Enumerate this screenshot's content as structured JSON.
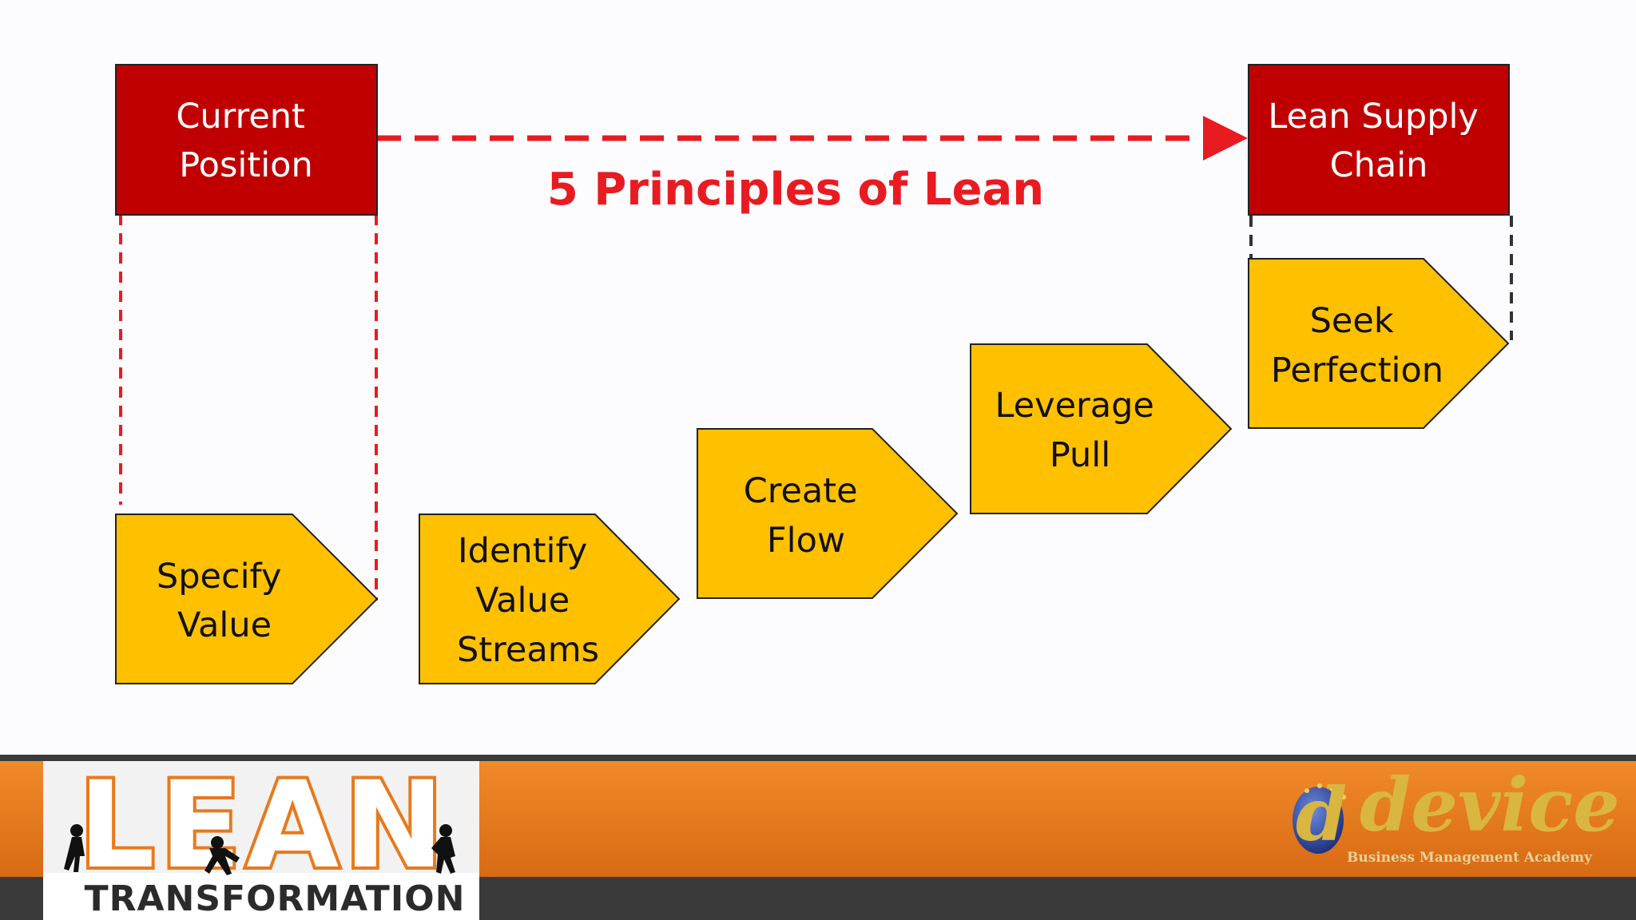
{
  "diagram": {
    "title": "5 Principles of Lean",
    "start_box": {
      "lines": [
        "Current",
        "Position"
      ]
    },
    "end_box": {
      "lines": [
        "Lean Supply",
        "Chain"
      ]
    },
    "steps": [
      {
        "lines": [
          "Specify",
          "Value"
        ]
      },
      {
        "lines": [
          "Identify",
          "Value",
          "Streams"
        ]
      },
      {
        "lines": [
          "Create",
          "Flow"
        ]
      },
      {
        "lines": [
          "Leverage",
          "Pull"
        ]
      },
      {
        "lines": [
          "Seek",
          "Perfection"
        ]
      }
    ],
    "colors": {
      "box_fill": "#c00000",
      "step_fill": "#ffc000",
      "connector_red": "#e81b21",
      "connector_dark": "#333333",
      "footer_orange": "#e8791e",
      "footer_dark": "#3a3a3a"
    }
  },
  "footer": {
    "logo_word": "LEAN",
    "logo_subtitle": "TRANSFORMATION",
    "brand_name": "device",
    "brand_initial": "d",
    "brand_tagline": "Business Management Academy"
  }
}
